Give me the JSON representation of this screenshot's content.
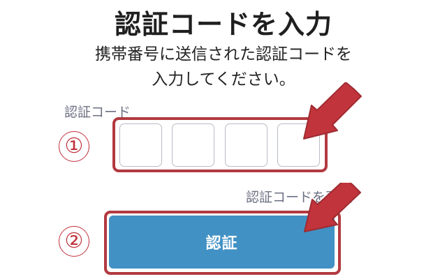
{
  "title": "認証コードを入力",
  "subtitle": {
    "line1": "携帯番号に送信された認証コードを",
    "line2": "入力してください。"
  },
  "code_label": "認証コード",
  "code_inputs": [
    "",
    "",
    "",
    ""
  ],
  "resend_link": "認証コードを再送",
  "verify_button": "認証",
  "steps": [
    "①",
    "②"
  ],
  "colors": {
    "accent": "#4291c4",
    "highlight": "#b23a40",
    "label": "#6b6f82"
  },
  "icons": [
    "pointer-arrow-icon",
    "pointer-arrow-icon"
  ]
}
